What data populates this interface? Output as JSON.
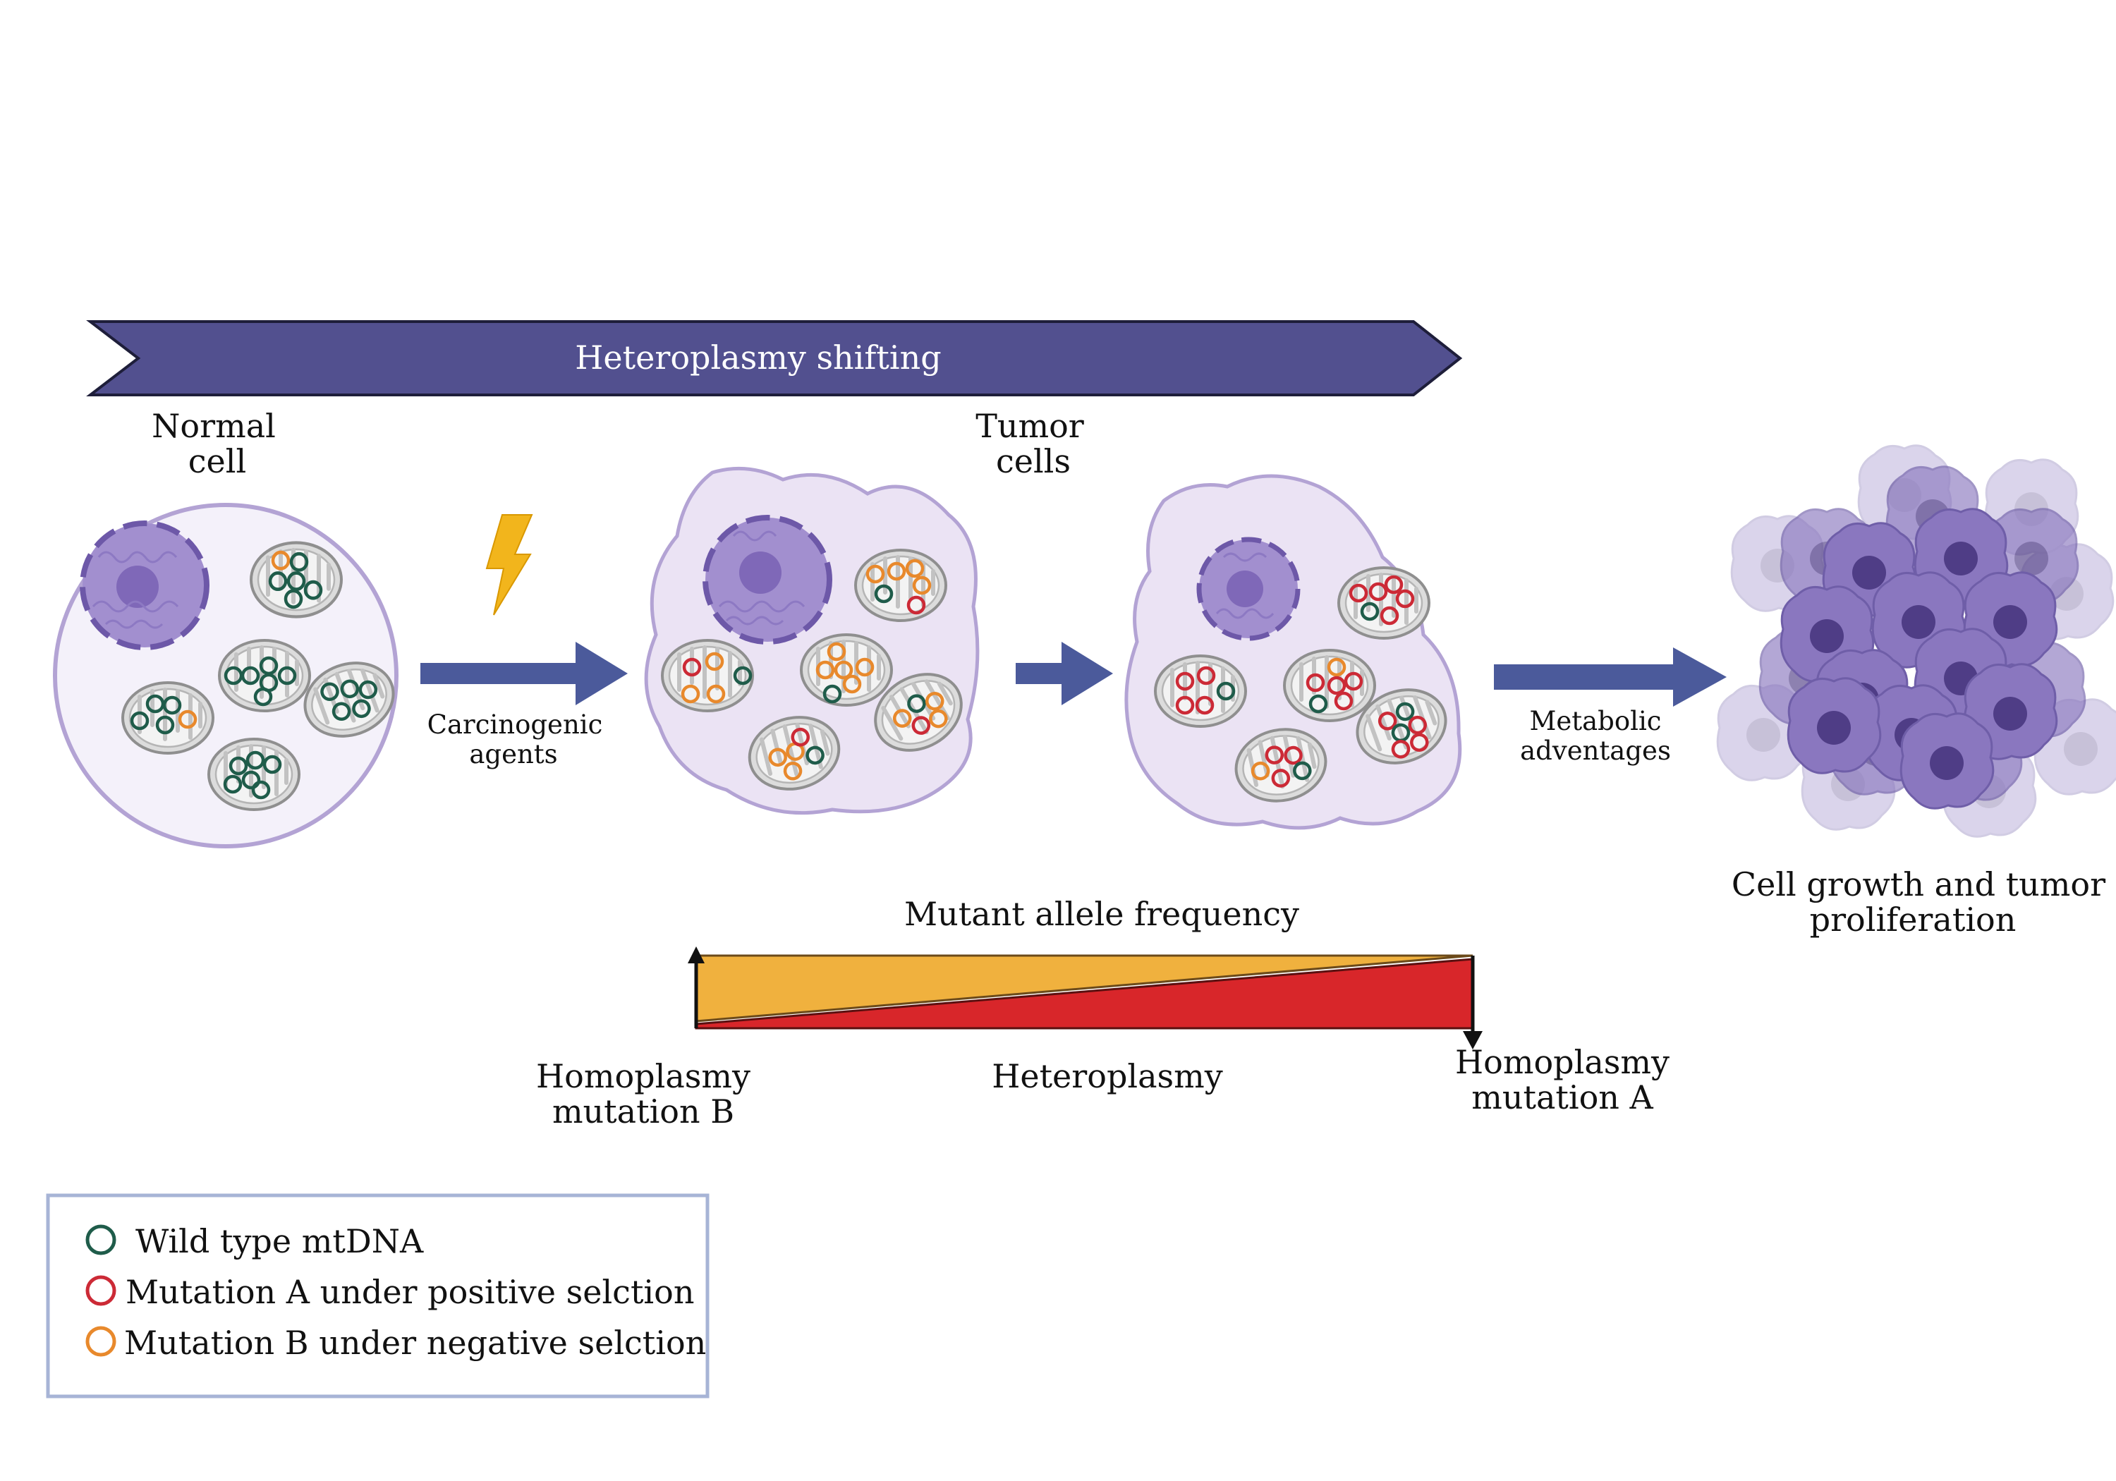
{
  "banner": {
    "label": "Heteroplasmy shifting",
    "color": "#52508f"
  },
  "cells": {
    "normal_label_1": "Normal",
    "normal_label_2": "cell",
    "tumor_label_1": "Tumor",
    "tumor_label_2": "cells"
  },
  "steps": {
    "carcinogenic_1": "Carcinogenic",
    "carcinogenic_2": "agents",
    "metabolic_1": "Metabolic",
    "metabolic_2": "adventages",
    "outcome_1": "Cell growth and tumor",
    "outcome_2": "proliferation"
  },
  "frequency": {
    "title": "Mutant allele frequency",
    "left_1": "Homoplasmy",
    "left_2": "mutation B",
    "middle": "Heteroplasmy",
    "right_1": "Homoplasmy",
    "right_2": "mutation A"
  },
  "legend": {
    "items": [
      {
        "label": "Wild type mtDNA",
        "color": "#1f5c4a"
      },
      {
        "label": "Mutation A under positive selction",
        "color": "#cc2a36"
      },
      {
        "label": "Mutation B under negative selction",
        "color": "#e8892c"
      }
    ]
  },
  "colors": {
    "arrow": "#4b5a9b",
    "cell_membrane": "#b3a3d4",
    "cell_fill_normal": "#f4f1fa",
    "cell_fill_tumor": "#ebe3f4",
    "nucleus": "#a28fcf",
    "nucleolus": "#7f68b8",
    "mutation_a_fill": "#d8262a",
    "mutation_b_fill": "#f0b13e",
    "lightning": "#f2b51c",
    "tumor_mass": "#8a77bf"
  }
}
